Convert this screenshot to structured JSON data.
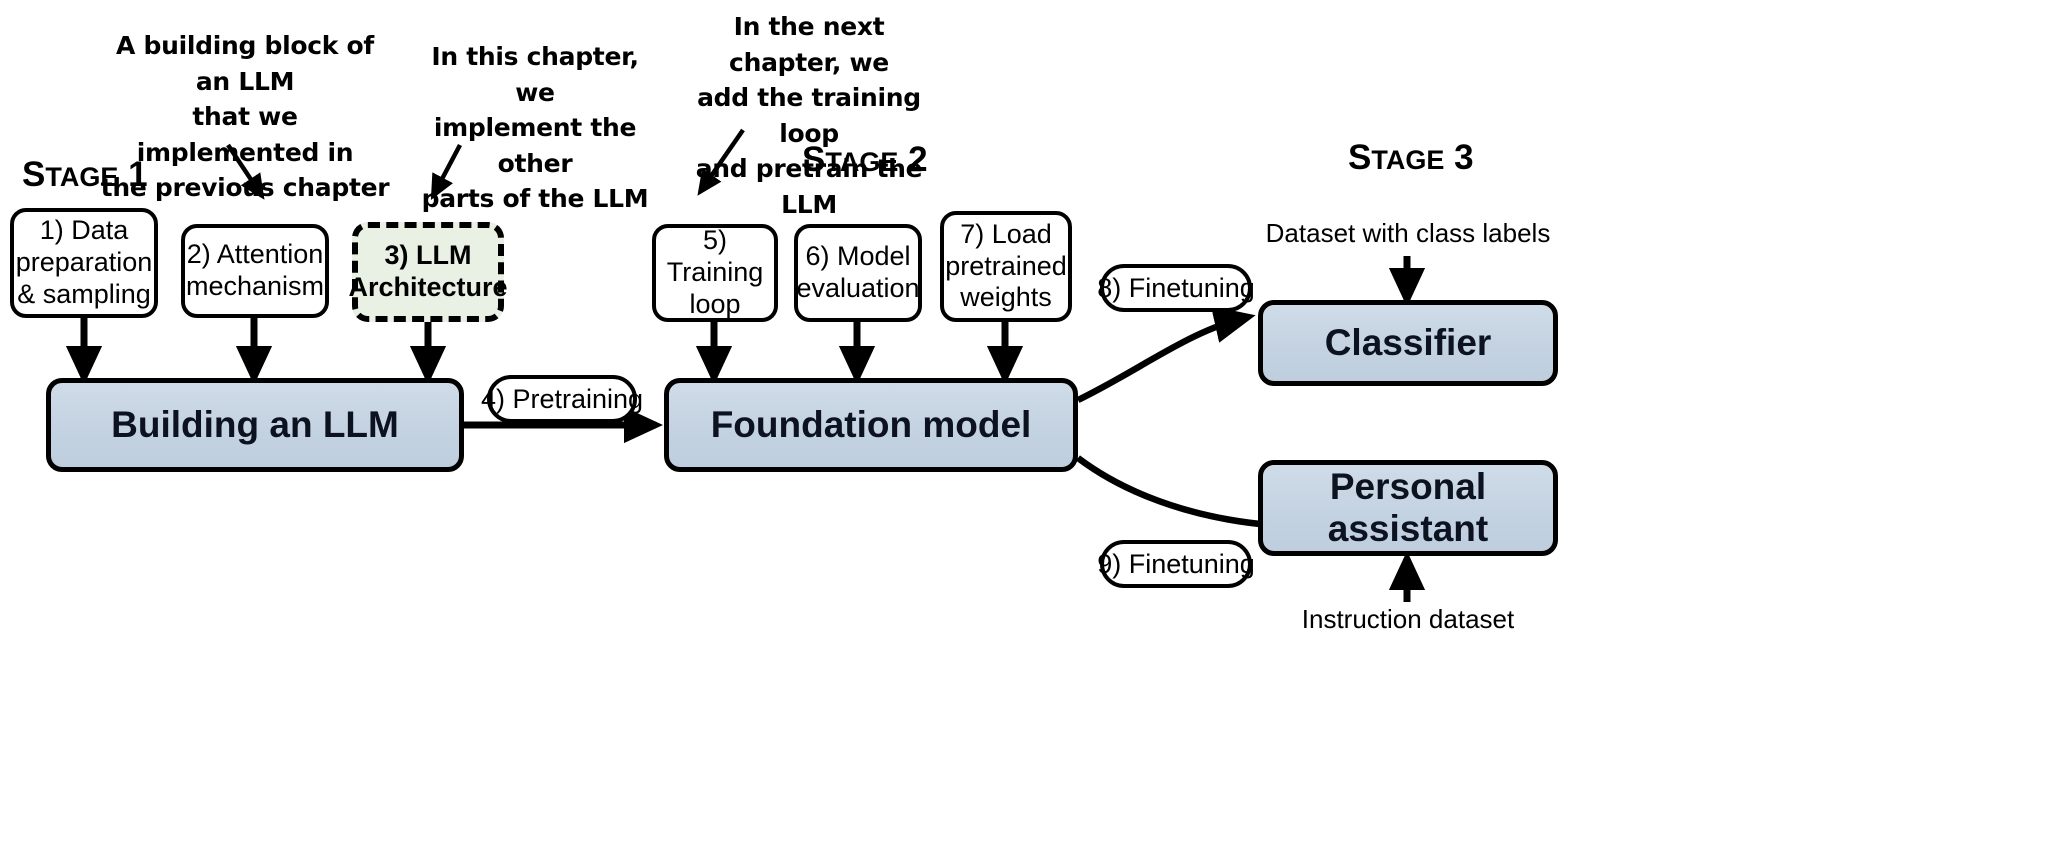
{
  "annotations": [
    {
      "id": "annot-prev-chapter",
      "lines": [
        "A building block of an LLM",
        "that we implemented in",
        "the previous chapter"
      ]
    },
    {
      "id": "annot-this-chapter",
      "lines": [
        "In this chapter, we",
        "implement the other",
        "parts of the LLM"
      ]
    },
    {
      "id": "annot-next-chapter",
      "lines": [
        "In the next chapter, we",
        "add the training loop",
        "and pretrain the LLM"
      ]
    }
  ],
  "stages": [
    {
      "id": "stage-1",
      "first": "S",
      "rest": "TAGE",
      "number": "1"
    },
    {
      "id": "stage-2",
      "first": "S",
      "rest": "TAGE",
      "number": "2"
    },
    {
      "id": "stage-3",
      "first": "S",
      "rest": "TAGE",
      "number": "3"
    }
  ],
  "steps": [
    {
      "id": "step-1",
      "lines": [
        "1) Data",
        "preparation",
        "& sampling"
      ]
    },
    {
      "id": "step-2",
      "lines": [
        "2) Attention",
        "mechanism"
      ]
    },
    {
      "id": "step-3",
      "lines": [
        "3) LLM",
        "Architecture"
      ],
      "highlight": true,
      "fill": "#e9f1e5"
    },
    {
      "id": "step-5",
      "lines": [
        "5) Training",
        "loop"
      ]
    },
    {
      "id": "step-6",
      "lines": [
        "6) Model",
        "evaluation"
      ]
    },
    {
      "id": "step-7",
      "lines": [
        "7) Load",
        "pretrained",
        "weights"
      ]
    }
  ],
  "pills": [
    {
      "id": "pill-pretraining",
      "label": "4) Pretraining"
    },
    {
      "id": "pill-finetuning-classifier",
      "label": "8) Finetuning"
    },
    {
      "id": "pill-finetuning-assistant",
      "label": "9) Finetuning"
    }
  ],
  "outcomes": [
    {
      "id": "building-an-llm",
      "label": "Building an LLM",
      "fill": "#c5d3e3"
    },
    {
      "id": "foundation-model",
      "label": "Foundation model",
      "fill": "#c5d3e3"
    },
    {
      "id": "classifier",
      "label": "Classifier",
      "fill": "#c5d3e3"
    },
    {
      "id": "personal-assistant",
      "label": "Personal assistant",
      "fill": "#c5d3e3"
    }
  ],
  "captions": [
    {
      "id": "caption-class-labels",
      "label": "Dataset with class labels"
    },
    {
      "id": "caption-instruction-dataset",
      "label": "Instruction dataset"
    }
  ],
  "colors": {
    "stroke": "#000000",
    "background": "#ffffff",
    "box_blue": "#c5d3e3",
    "highlight_green": "#e9f1e5"
  }
}
